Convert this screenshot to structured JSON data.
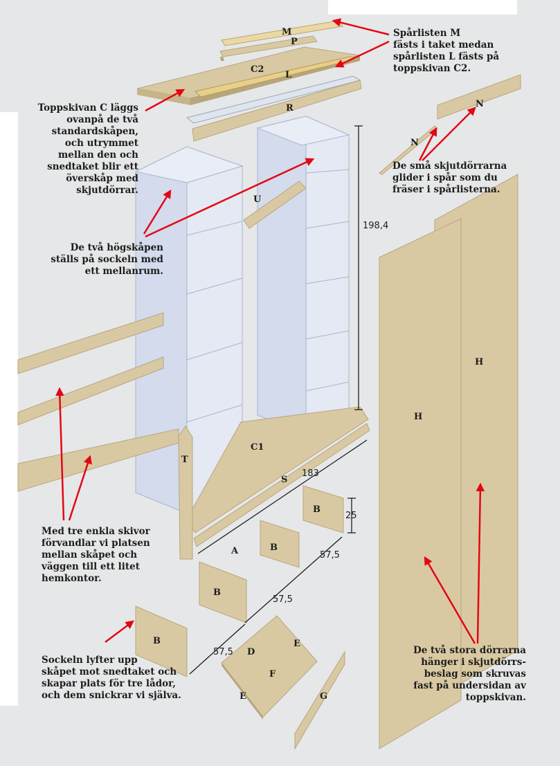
{
  "colors": {
    "background": "#e6e7e9",
    "board": "#d9c9a3",
    "board_edge": "#b7a57c",
    "cabinet": "#d3dbec",
    "cabinet_dark": "#b5c0d8",
    "arrow": "#e30613",
    "text": "#1d1d1b"
  },
  "labels": {
    "M": "M",
    "P": "P",
    "C2": "C2",
    "L": "L",
    "R": "R",
    "U": "U",
    "C1": "C1",
    "T": "T",
    "S": "S",
    "A": "A",
    "B1": "B",
    "B2": "B",
    "B3": "B",
    "B4": "B",
    "D": "D",
    "E1": "E",
    "E2": "E",
    "F": "F",
    "G": "G",
    "N1": "N",
    "N2": "N",
    "H1": "H",
    "H2": "H"
  },
  "dimensions": {
    "height": "198,4",
    "width": "183",
    "drawer_height": "25",
    "drawer_width_1": "57,5",
    "drawer_width_2": "57,5",
    "drawer_width_3": "57,5"
  },
  "callouts": {
    "sparlisten": "Spårlisten M\nfästs i taket medan\nspårlisten L fästs på\ntoppskivan C2.",
    "toppskivan": "Toppskivan C läggs\novanpå de två\nstandardskåpen,\noch utrymmet\nmellan den och\nsnedtaket blir ett\növerskåp med\nskjutdörrar.",
    "skjutdorrar": "De små skjutdörrarna\nglider i spår som du\nfräser i spårlisterna.",
    "hogskapen": "De två högskåpen\nställs på sockeln med\nett mellanrum.",
    "skivor": "Med tre enkla skivor\nförvandlar vi platsen\nmellan skåpet och\nväggen till ett litet\nhemkontor.",
    "sockeln": "Sockeln lyfter upp\nskåpet mot snedtaket och\nskapar plats för tre lådor,\noch dem snickrar vi själva.",
    "dorrarna": "De två stora dörrarna\nhänger i skjutdörrs-\nbeslag som skruvas\nfast på undersidan av\ntoppskivan."
  }
}
